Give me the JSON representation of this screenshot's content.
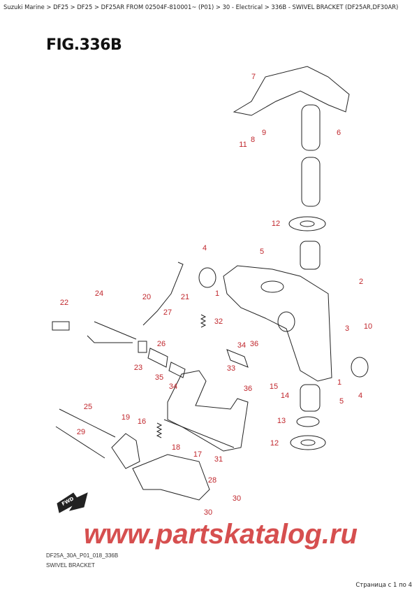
{
  "breadcrumb": "Suzuki Marine > DF25 > DF25 > DF25AR FROM 02504F-810001~ (P01) > 30 - Electrical > 336B - SWIVEL BRACKET (DF25AR,DF30AR)",
  "figure_title": "FIG.336B",
  "callouts": [
    "7",
    "6",
    "9",
    "8",
    "11",
    "12",
    "5",
    "4",
    "2",
    "1",
    "20",
    "21",
    "24",
    "22",
    "27",
    "32",
    "10",
    "3",
    "36",
    "34",
    "26",
    "23",
    "33",
    "35",
    "34",
    "15",
    "36",
    "1",
    "14",
    "4",
    "5",
    "25",
    "19",
    "16",
    "13",
    "29",
    "12",
    "18",
    "17",
    "31",
    "28",
    "30",
    "30"
  ],
  "fwd_label": "FWD",
  "watermark": "www.partskatalog.ru",
  "diagram_code": "DF25A_30A_P01_018_336B",
  "diagram_caption": "SWIVEL BRACKET",
  "pagination": "Страница с 1 по 4",
  "colors": {
    "callout": "#c0262c",
    "watermark": "#c81414"
  }
}
